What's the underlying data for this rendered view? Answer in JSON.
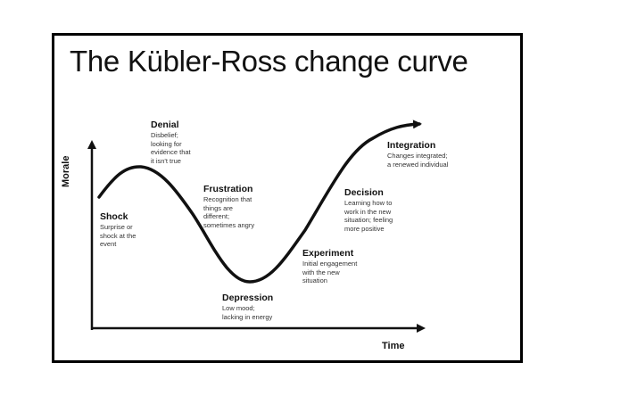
{
  "title": "The Kübler-Ross change curve",
  "axes": {
    "y_label": "Morale",
    "x_label": "Time"
  },
  "stages": {
    "shock": {
      "name": "Shock",
      "desc": "Surprise or\nshock at the\nevent"
    },
    "denial": {
      "name": "Denial",
      "desc": "Disbelief;\nlooking for\nevidence that\nit isn't true"
    },
    "frustration": {
      "name": "Frustration",
      "desc": "Recognition that\nthings are\ndifferent;\nsometimes angry"
    },
    "depression": {
      "name": "Depression",
      "desc": "Low mood;\nlacking in energy"
    },
    "experiment": {
      "name": "Experiment",
      "desc": "Initial engagement\nwith the new\nsituation"
    },
    "decision": {
      "name": "Decision",
      "desc": "Learning how to\nwork in the new\nsituation; feeling\nmore positive"
    },
    "integration": {
      "name": "Integration",
      "desc": "Changes integrated;\na renewed individual"
    }
  },
  "colors": {
    "line": "#111111",
    "frame": "#000000"
  }
}
